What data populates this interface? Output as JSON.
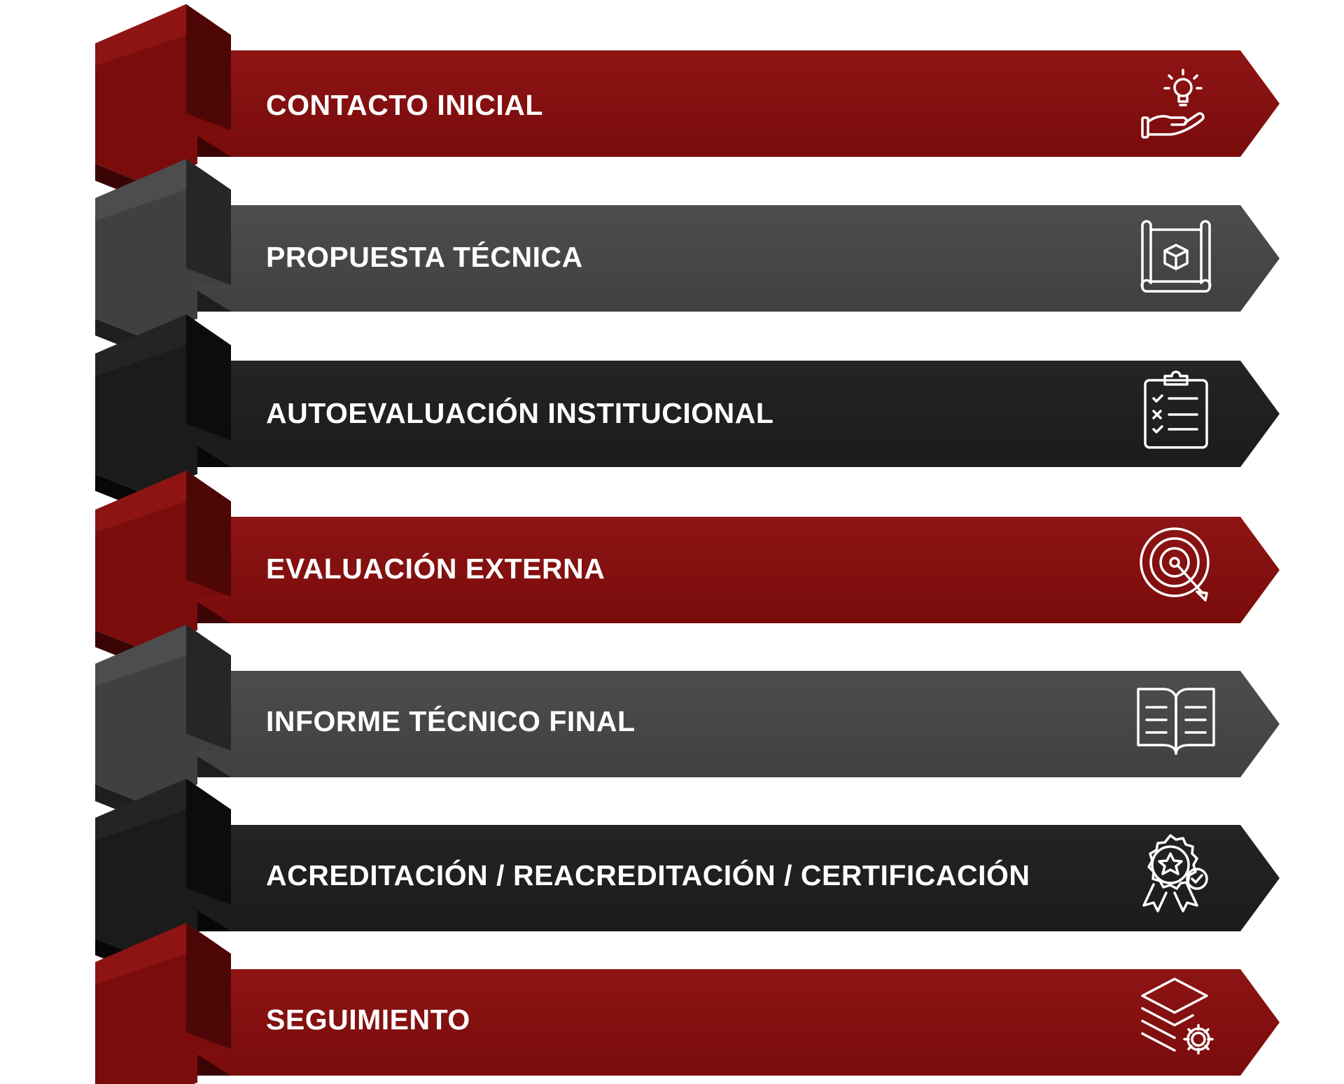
{
  "colors": {
    "red": "#7a0c0c",
    "gray": "#404040",
    "black": "#1b1b1b",
    "icon_stroke": "#ffffff"
  },
  "steps": [
    {
      "label": "CONTACTO INICIAL",
      "theme": "red",
      "icon": "idea-hand-icon"
    },
    {
      "label": "PROPUESTA TÉCNICA",
      "theme": "gray",
      "icon": "blueprint-icon"
    },
    {
      "label": "AUTOEVALUACIÓN INSTITUCIONAL",
      "theme": "black",
      "icon": "checklist-clipboard-icon"
    },
    {
      "label": "EVALUACIÓN EXTERNA",
      "theme": "red",
      "icon": "target-icon"
    },
    {
      "label": "INFORME TÉCNICO FINAL",
      "theme": "gray",
      "icon": "open-book-icon"
    },
    {
      "label": "ACREDITACIÓN / REACREDITACIÓN / CERTIFICACIÓN",
      "theme": "black",
      "icon": "award-badge-icon"
    },
    {
      "label": "SEGUIMIENTO",
      "theme": "red",
      "icon": "layers-gear-icon"
    }
  ]
}
